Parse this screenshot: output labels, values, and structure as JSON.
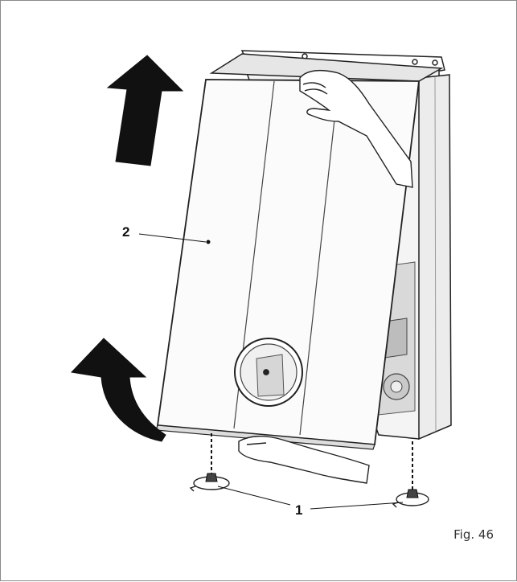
{
  "figure": {
    "caption": "Fig. 46",
    "callouts": [
      {
        "id": "1",
        "label": "1"
      },
      {
        "id": "2",
        "label": "2"
      }
    ]
  }
}
